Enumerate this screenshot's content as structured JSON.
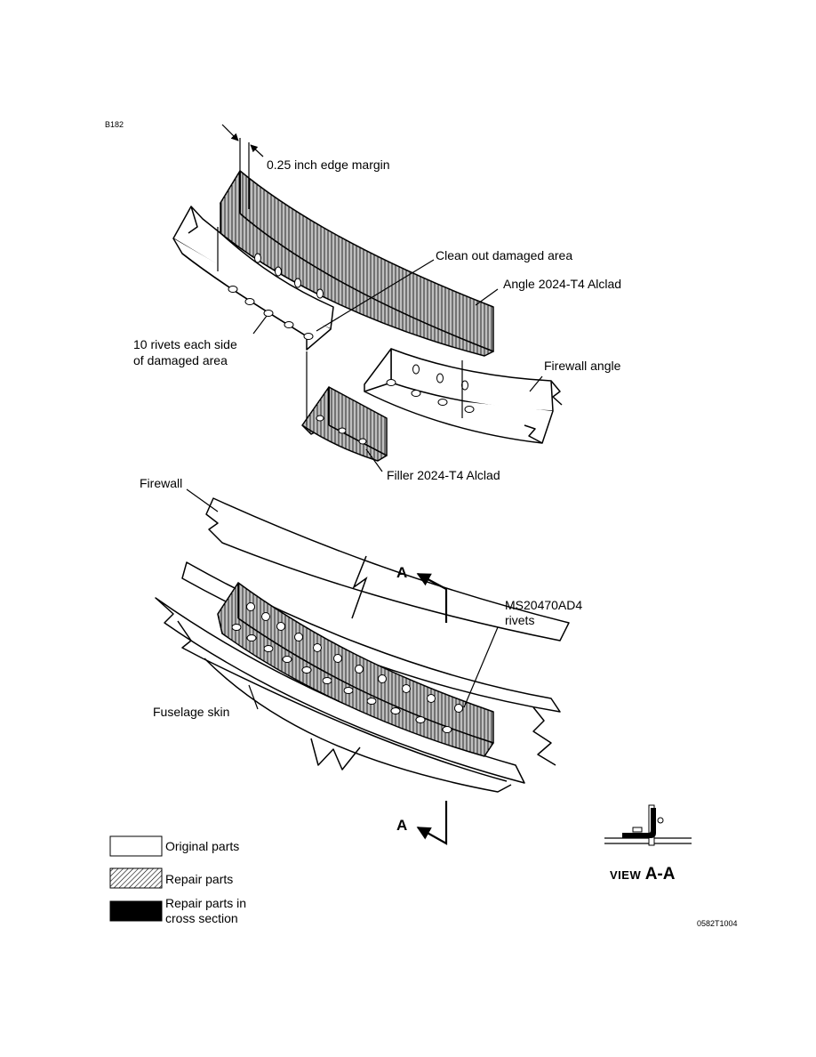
{
  "figure_id": "B182",
  "drawing_number": "0582T1004",
  "callouts": {
    "edge_margin": "0.25 inch edge margin",
    "clean_out": "Clean out damaged area",
    "angle": "Angle 2024-T4 Alclad",
    "rivets_line1": "10 rivets each side",
    "rivets_line2": "of damaged area",
    "firewall_angle": "Firewall angle",
    "filler": "Filler 2024-T4 Alclad",
    "firewall": "Firewall",
    "ms_line1": "MS20470AD4",
    "ms_line2": "rivets",
    "fuselage_skin": "Fuselage skin"
  },
  "section_marker": "A",
  "view": {
    "word": "VIEW",
    "section": "A-A"
  },
  "legend": [
    {
      "label": "Original parts",
      "fill": "#ffffff"
    },
    {
      "label": "Repair parts",
      "fill": "hatched"
    },
    {
      "label_line1": "Repair parts in",
      "label_line2": "cross section",
      "fill": "#000000"
    }
  ]
}
